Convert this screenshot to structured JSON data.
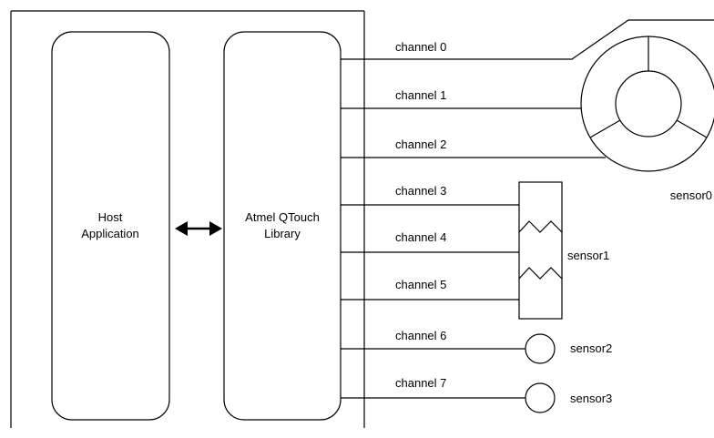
{
  "blocks": {
    "host": {
      "line1": "Host",
      "line2": "Application"
    },
    "library": {
      "line1": "Atmel QTouch",
      "line2": "Library"
    }
  },
  "channels": [
    "channel 0",
    "channel 1",
    "channel 2",
    "channel 3",
    "channel 4",
    "channel 5",
    "channel 6",
    "channel 7"
  ],
  "sensors": {
    "sensor0": "sensor0",
    "sensor1": "sensor1",
    "sensor2": "sensor2",
    "sensor3": "sensor3"
  },
  "colors": {
    "line": "#000000",
    "background": "#ffffff"
  }
}
